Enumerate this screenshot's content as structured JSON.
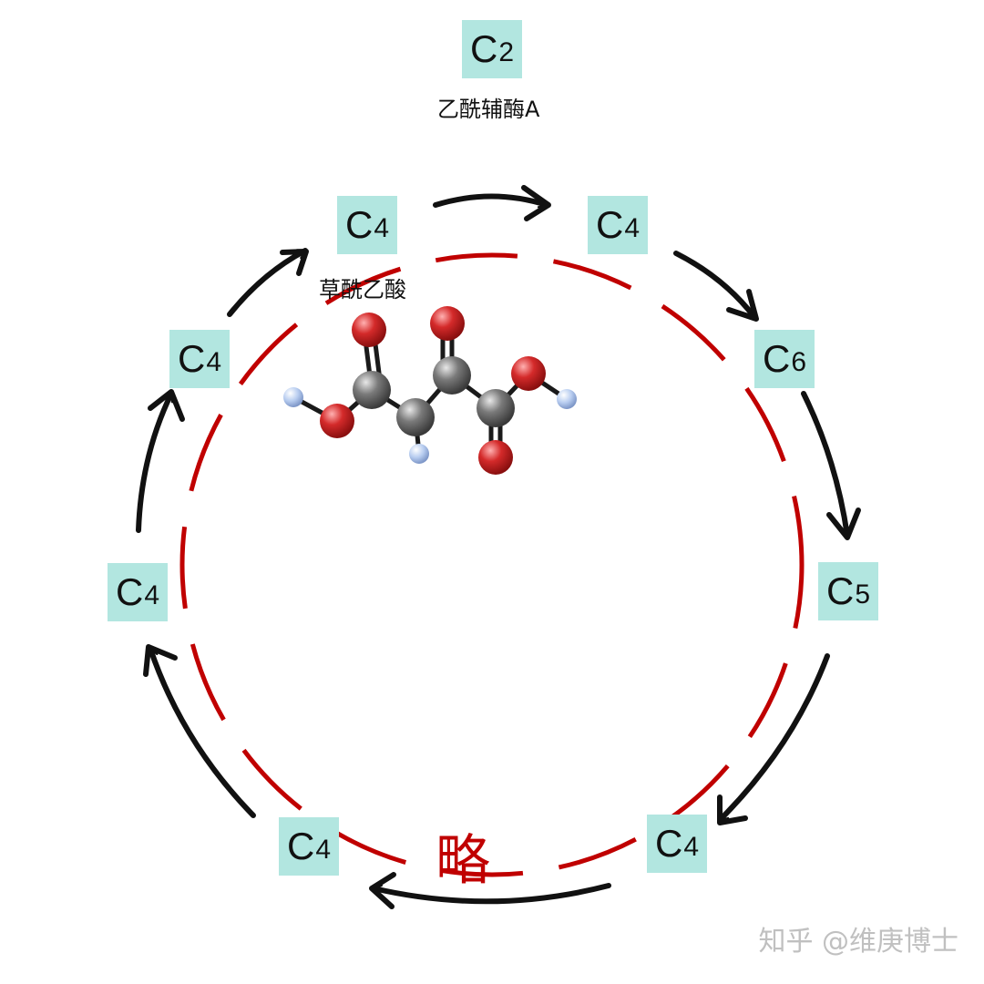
{
  "top": {
    "element": "C",
    "count": "2",
    "label": "乙酰辅酶A"
  },
  "cycle": [
    {
      "id": "n1",
      "element": "C",
      "count": "4"
    },
    {
      "id": "n2",
      "element": "C",
      "count": "4"
    },
    {
      "id": "n3",
      "element": "C",
      "count": "6"
    },
    {
      "id": "n4",
      "element": "C",
      "count": "5"
    },
    {
      "id": "n5",
      "element": "C",
      "count": "4"
    },
    {
      "id": "n6",
      "element": "C",
      "count": "4"
    },
    {
      "id": "n7",
      "element": "C",
      "count": "4"
    },
    {
      "id": "n8",
      "element": "C",
      "count": "4"
    }
  ],
  "oxaloacetate_label": "草酰乙酸",
  "omitted_text": "略",
  "watermark": "知乎 @维庚博士",
  "colors": {
    "node_background": "#b2e6e0",
    "arrow": "#111111",
    "dashed_ring": "#c00000",
    "oxygen": "#d42a2a",
    "carbon": "#7a7a7a",
    "hydrogen": "#b8cdf0"
  }
}
